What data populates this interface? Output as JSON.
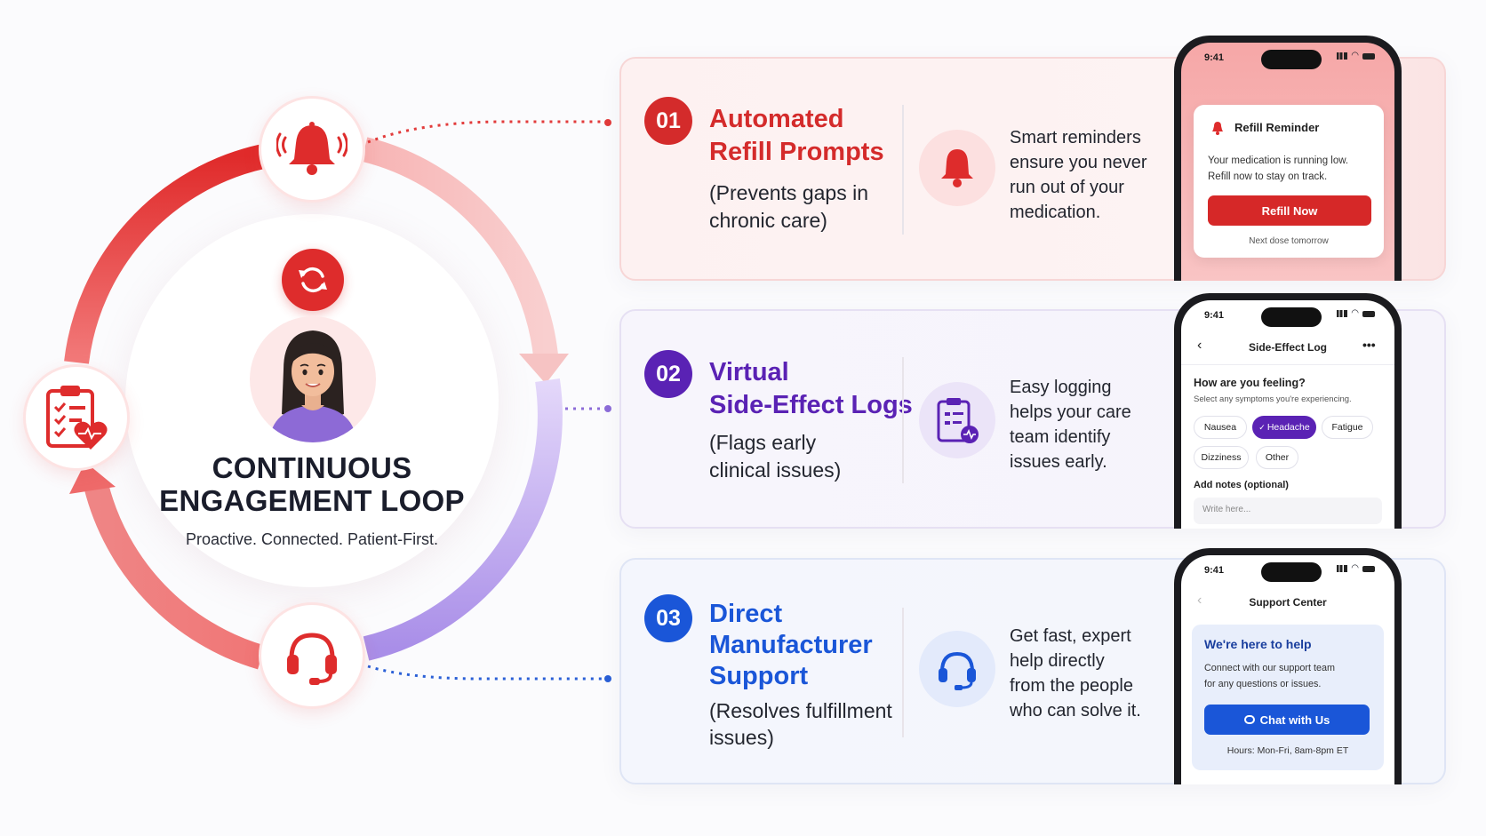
{
  "loop": {
    "title_line1": "CONTINUOUS",
    "title_line2": "ENGAGEMENT LOOP",
    "subtitle": "Proactive. Connected. Patient-First."
  },
  "colors": {
    "red": "#dc2f2f",
    "purple": "#5a22b4",
    "blue": "#1a56d8"
  },
  "icons": {
    "top_node": "bell-icon",
    "left_node": "clipboard-heart-icon",
    "bottom_node": "headset-icon",
    "center": "refresh-icon",
    "avatar": "patient-avatar"
  },
  "cards": [
    {
      "number": "01",
      "title_lines": [
        "Automated",
        "Refill Prompts"
      ],
      "subtitle_lines": [
        "(Prevents gaps in",
        "chronic care)"
      ],
      "description_lines": [
        "Smart reminders",
        "ensure you never",
        "run out of your",
        "medication."
      ],
      "phone": {
        "time": "9:41",
        "card_title": "Refill Reminder",
        "body_lines": [
          "Your medication is running low.",
          "Refill now to stay on track."
        ],
        "button": "Refill Now",
        "footer": "Next dose tomorrow"
      }
    },
    {
      "number": "02",
      "title_lines": [
        "Virtual",
        "Side-Effect Logs"
      ],
      "subtitle_lines": [
        "(Flags early",
        "clinical issues)"
      ],
      "description_lines": [
        "Easy logging",
        "helps your care",
        "team identify",
        "issues early."
      ],
      "phone": {
        "time": "9:41",
        "header": "Side-Effect Log",
        "question": "How are you feeling?",
        "hint": "Select any symptoms you're experiencing.",
        "chips": [
          "Nausea",
          "Headache",
          "Fatigue",
          "Dizziness",
          "Other"
        ],
        "selected_chip": "Headache",
        "notes_label": "Add notes (optional)",
        "notes_placeholder": "Write here..."
      }
    },
    {
      "number": "03",
      "title_lines": [
        "Direct",
        "Manufacturer",
        "Support"
      ],
      "subtitle_lines": [
        "(Resolves fulfillment",
        "issues)"
      ],
      "description_lines": [
        "Get fast, expert",
        "help directly",
        "from the people",
        "who can solve it."
      ],
      "phone": {
        "time": "9:41",
        "header": "Support Center",
        "panel_title": "We're here to help",
        "body_lines": [
          "Connect with our support team",
          "for any questions or issues."
        ],
        "button": "Chat with Us",
        "hours": "Hours: Mon-Fri, 8am-8pm ET"
      }
    }
  ]
}
